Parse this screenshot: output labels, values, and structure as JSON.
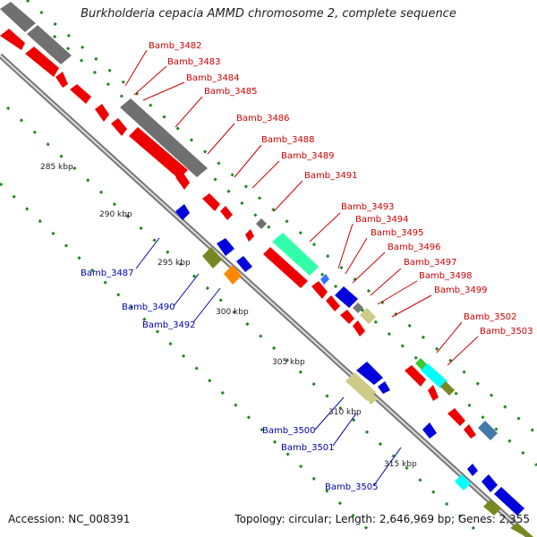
{
  "title": "Burkholderia cepacia AMMD chromosome 2, complete sequence",
  "footer": {
    "accession": "Accession: NC_008391",
    "topology": "Topology: circular; Length: 2,646,969 bp; Genes: 2,355"
  },
  "colors": {
    "backbone": "#888888",
    "forward_label": "#cc0000",
    "reverse_label": "#0000aa",
    "ruler_dots": "#228822"
  },
  "ticks": [
    "285 kbp",
    "290 kbp",
    "295 kbp",
    "300 kbp",
    "305 kbp",
    "310 kbp",
    "315 kbp"
  ],
  "forward_labels": [
    "Bamb_3482",
    "Bamb_3483",
    "Bamb_3484",
    "Bamb_3485",
    "Bamb_3486",
    "Bamb_3488",
    "Bamb_3489",
    "Bamb_3491",
    "Bamb_3493",
    "Bamb_3494",
    "Bamb_3495",
    "Bamb_3496",
    "Bamb_3497",
    "Bamb_3498",
    "Bamb_3499",
    "Bamb_3502",
    "Bamb_3503"
  ],
  "reverse_labels": [
    "Bamb_3487",
    "Bamb_3490",
    "Bamb_3492",
    "Bamb_3500",
    "Bamb_3501",
    "Bamb_3505"
  ]
}
